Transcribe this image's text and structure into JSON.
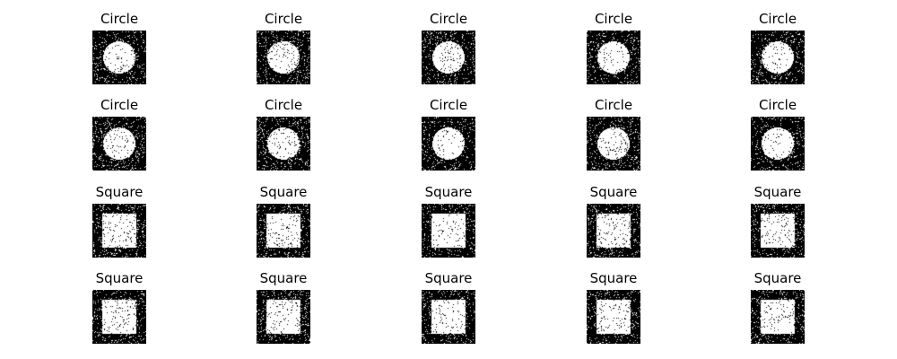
{
  "figure": {
    "background": "#ffffff",
    "panels": [
      {
        "title": "Circle",
        "shape": "circle"
      },
      {
        "title": "Circle",
        "shape": "circle"
      },
      {
        "title": "Circle",
        "shape": "circle"
      },
      {
        "title": "Circle",
        "shape": "circle"
      },
      {
        "title": "Circle",
        "shape": "circle"
      },
      {
        "title": "Circle",
        "shape": "circle"
      },
      {
        "title": "Circle",
        "shape": "circle"
      },
      {
        "title": "Circle",
        "shape": "circle"
      },
      {
        "title": "Circle",
        "shape": "circle"
      },
      {
        "title": "Circle",
        "shape": "circle"
      },
      {
        "title": "Square",
        "shape": "square"
      },
      {
        "title": "Square",
        "shape": "square"
      },
      {
        "title": "Square",
        "shape": "square"
      },
      {
        "title": "Square",
        "shape": "square"
      },
      {
        "title": "Square",
        "shape": "square"
      },
      {
        "title": "Square",
        "shape": "square"
      },
      {
        "title": "Square",
        "shape": "square"
      },
      {
        "title": "Square",
        "shape": "square"
      },
      {
        "title": "Square",
        "shape": "square"
      },
      {
        "title": "Square",
        "shape": "square"
      }
    ],
    "colors": {
      "background_field": "#000000",
      "shape_fill": "#ffffff",
      "title_text": "#000000"
    }
  }
}
